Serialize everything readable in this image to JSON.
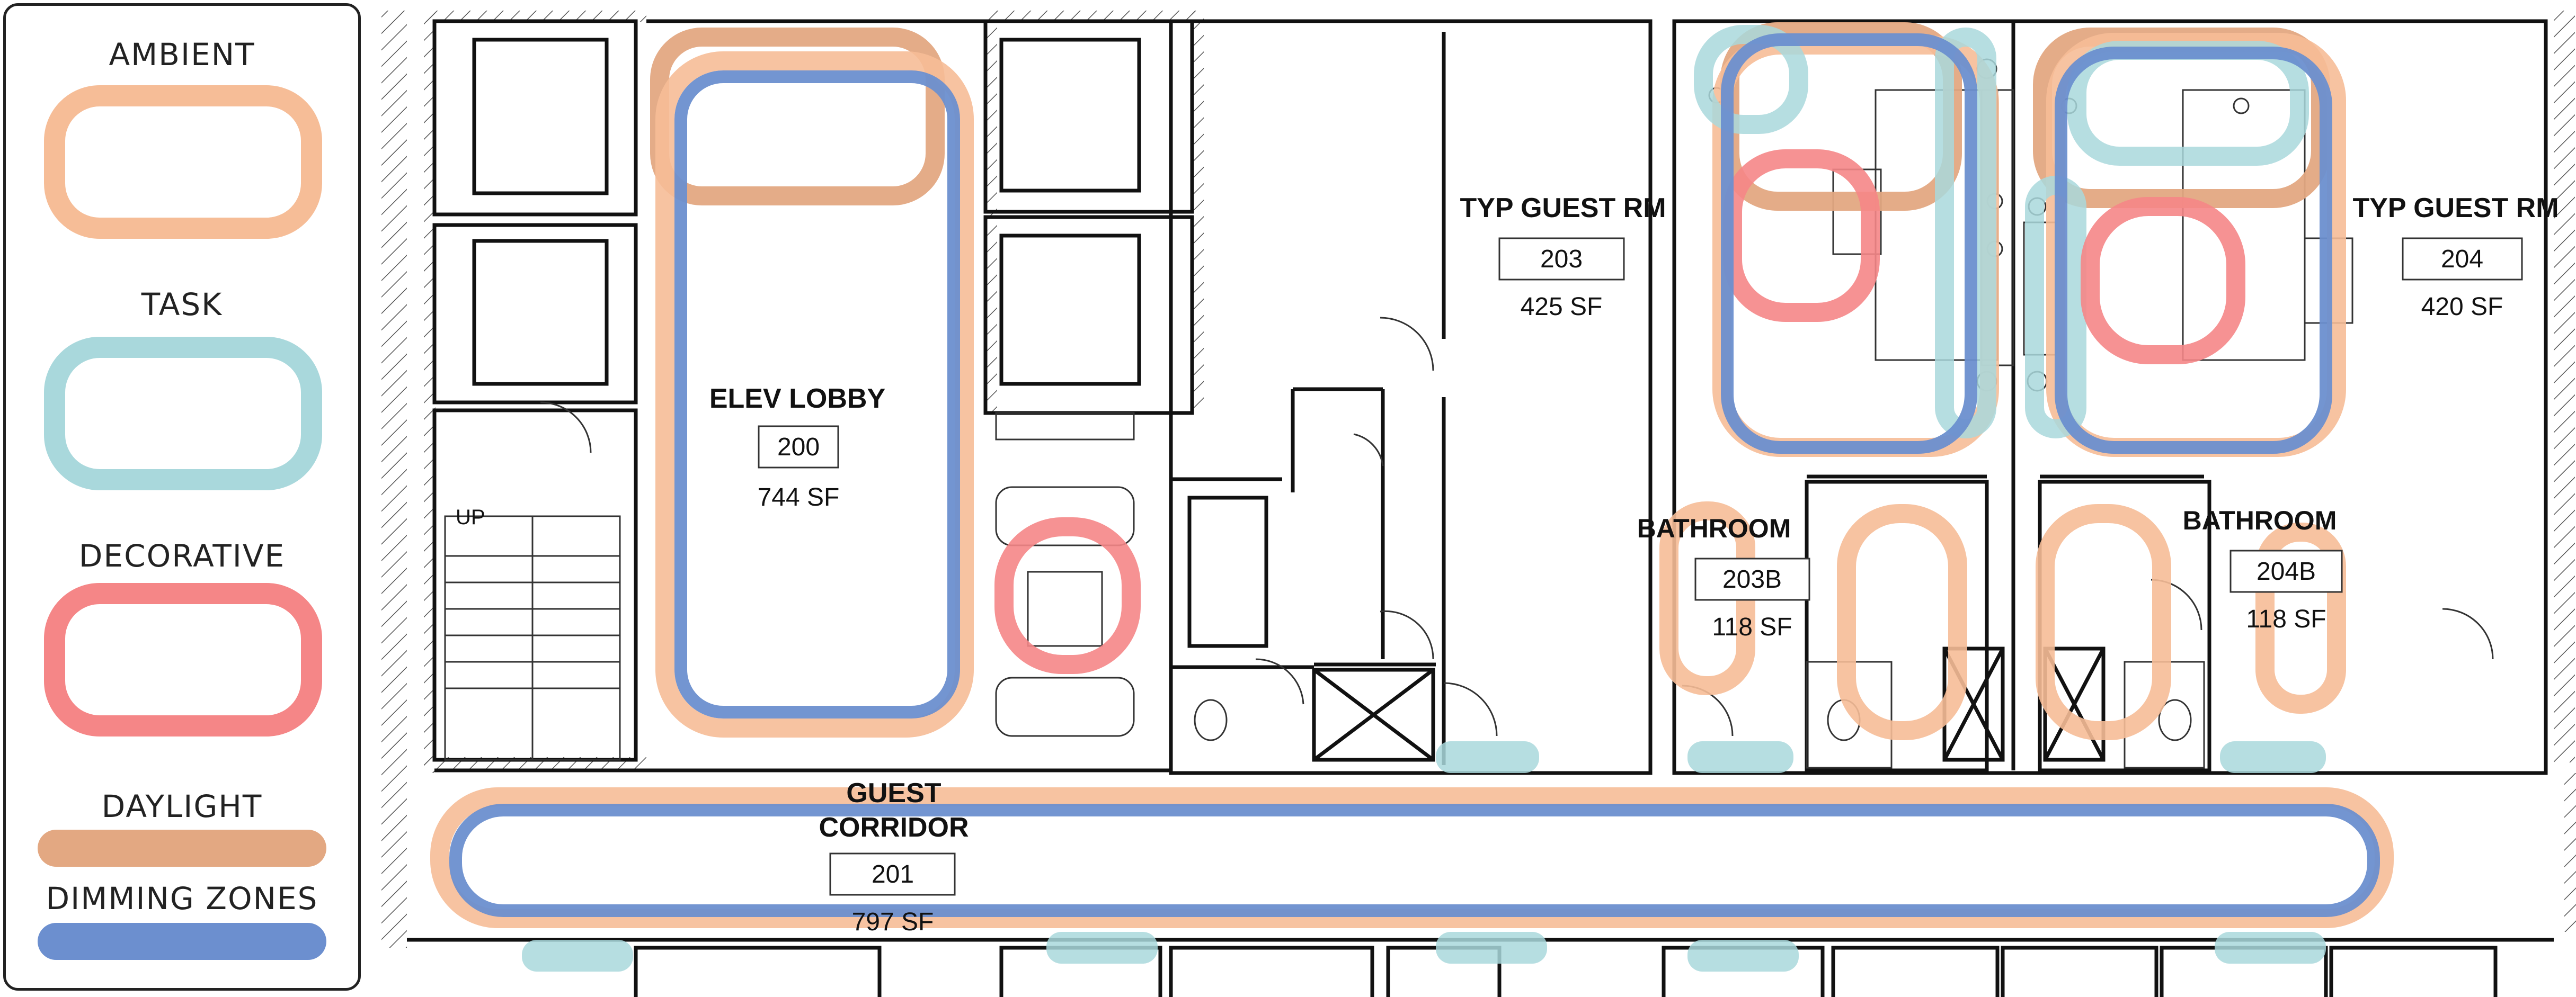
{
  "legend": {
    "ambient": "AMBIENT",
    "task": "TASK",
    "decorative": "DECORATIVE",
    "daylight": "DAYLIGHT",
    "dimming": "DIMMING ZONES"
  },
  "colors": {
    "ambient": "#f6bd97",
    "task": "#a9d8dc",
    "decorative": "#f58687",
    "daylight": "#e3a882",
    "dimming": "#6c8fcf"
  },
  "rooms": {
    "elev_lobby": {
      "name": "ELEV LOBBY",
      "number": "200",
      "area": "744 SF"
    },
    "guest_rm_203": {
      "name": "TYP GUEST RM",
      "number": "203",
      "area": "425 SF"
    },
    "guest_rm_204": {
      "name": "TYP GUEST RM",
      "number": "204",
      "area": "420 SF"
    },
    "bath_203b": {
      "name": "BATHROOM",
      "number": "203B",
      "area": "118 SF"
    },
    "bath_204b": {
      "name": "BATHROOM",
      "number": "204B",
      "area": "118 SF"
    },
    "corridor": {
      "name_line1": "GUEST",
      "name_line2": "CORRIDOR",
      "number": "201",
      "area": "797 SF"
    }
  },
  "stair_label": "UP"
}
